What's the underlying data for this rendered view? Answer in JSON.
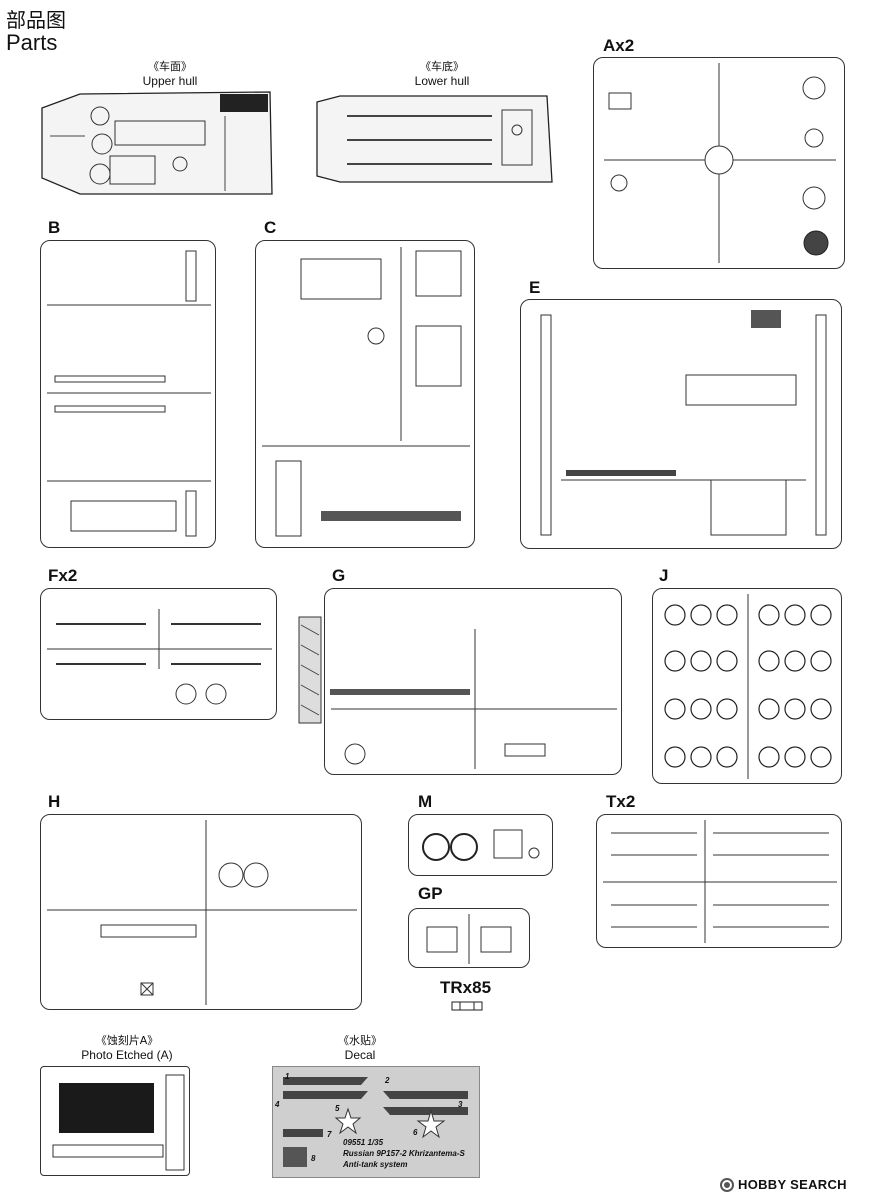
{
  "header": {
    "title_cn": "部品图",
    "title_en": "Parts"
  },
  "hull": {
    "upper": {
      "cn": "《车面》",
      "en": "Upper hull"
    },
    "lower": {
      "cn": "《车底》",
      "en": "Lower hull"
    }
  },
  "sprues": {
    "A": "Ax2",
    "B": "B",
    "C": "C",
    "E": "E",
    "F": "Fx2",
    "G": "G",
    "J": "J",
    "H": "H",
    "M": "M",
    "T": "Tx2",
    "GP": "GP",
    "TR": "TRx85"
  },
  "photo_etched": {
    "cn": "《蚀刻片A》",
    "en": "Photo Etched (A)"
  },
  "decal": {
    "cn": "《水贴》",
    "en": "Decal",
    "numbers": [
      "1",
      "2",
      "3",
      "4",
      "5",
      "6",
      "7",
      "8"
    ],
    "line1": "09551 1/35",
    "line2": "Russian 9P157-2 Khrizantema-S",
    "line3": "Anti-tank system"
  },
  "watermark": "HOBBY SEARCH"
}
